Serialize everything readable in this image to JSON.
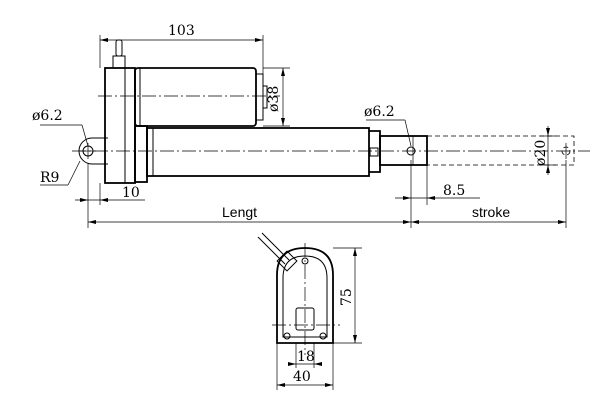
{
  "side_view": {
    "overall_width": "103",
    "motor_diameter": "ø38",
    "rear_hole": "ø6.2",
    "front_hole": "ø6.2",
    "rod_diameter": "ø20",
    "rear_radius": "R9",
    "rear_offset": "10",
    "front_offset": "8.5",
    "length_label": "Lengt",
    "stroke_label": "stroke"
  },
  "end_view": {
    "height": "75",
    "inner_width": "18",
    "outer_width": "40"
  }
}
